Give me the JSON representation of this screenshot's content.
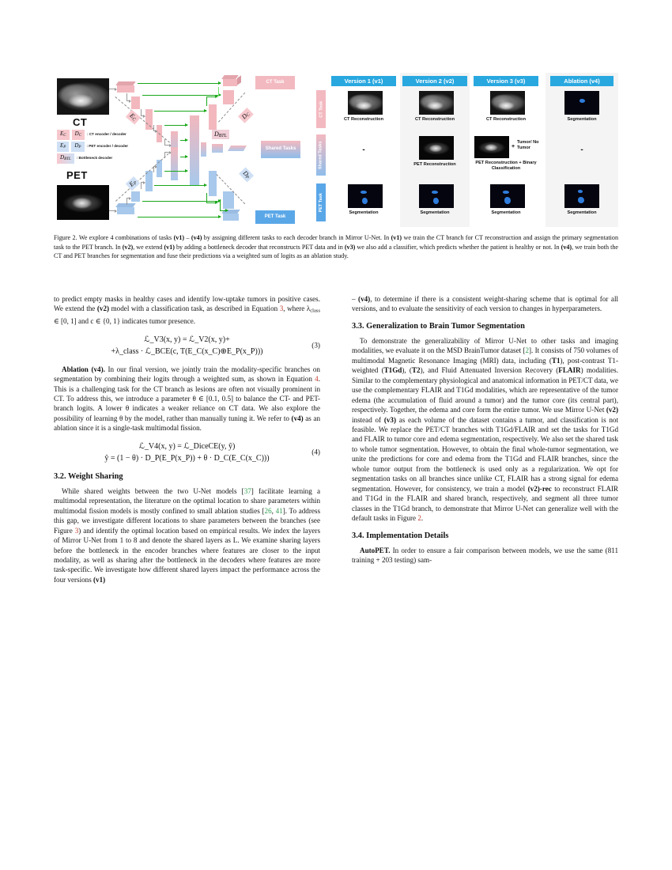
{
  "figure": {
    "label": "figure-2",
    "left_diagram": {
      "input_ct_label": "CT",
      "input_pet_label": "PET",
      "legend": [
        {
          "symbols": [
            "E_C",
            "D_C"
          ],
          "text": ": CT   encoder / decoder"
        },
        {
          "symbols": [
            "E_P",
            "D_P"
          ],
          "text": ": PET encoder / decoder"
        },
        {
          "symbols": [
            "D_BTL"
          ],
          "text": ": Bottleneck decoder"
        }
      ],
      "encoder_tags": [
        "E_C",
        "E_P"
      ],
      "decoder_tags": [
        "D_C",
        "D_BTL",
        "D_P"
      ],
      "task_boxes": [
        "CT Task",
        "Shared Tasks",
        "PET Task"
      ]
    },
    "row_labels": [
      "CT Task",
      "Shared Tasks",
      "PET Task"
    ],
    "columns": [
      {
        "header": "Version 1 (v1)",
        "ct_task": {
          "type": "image-ct",
          "caption": "CT Reconstruction"
        },
        "shared_task": {
          "type": "none",
          "caption": "-"
        },
        "pet_task": {
          "type": "image-seg",
          "caption": "Segmentation"
        }
      },
      {
        "header": "Version 2 (v2)",
        "ct_task": {
          "type": "image-ct",
          "caption": "CT Reconstruction"
        },
        "shared_task": {
          "type": "image-pet",
          "caption": "PET Reconstruction"
        },
        "pet_task": {
          "type": "image-seg",
          "caption": "Segmentation"
        }
      },
      {
        "header": "Version 3 (v3)",
        "ct_task": {
          "type": "image-ct",
          "caption": "CT Reconstruction"
        },
        "shared_task": {
          "type": "image-pet-plus",
          "annotation": "Tumor/ No Tumor",
          "caption": "PET Reconstruction + Binary Classification"
        },
        "pet_task": {
          "type": "image-seg",
          "caption": "Segmentation"
        }
      },
      {
        "header": "Ablation (v4)",
        "ct_task": {
          "type": "image-seg",
          "caption": "Segmentation"
        },
        "shared_task": {
          "type": "none",
          "caption": "-"
        },
        "pet_task": {
          "type": "image-seg",
          "caption": "Segmentation"
        }
      }
    ],
    "colors": {
      "header_blue": "#29a8e0",
      "ct_pink": "#f3b9c0",
      "pet_blue": "#5aa7e8",
      "arrow_green": "#1aa71a"
    }
  },
  "caption": {
    "prefix": "Figure 2.",
    "text_1": " We explore 4 combinations of tasks ",
    "b1": "(v1)",
    "text_2": " – ",
    "b2": "(v4)",
    "text_3": " by assigning different tasks to each decoder branch in Mirror U-Net. In ",
    "b3": "(v1)",
    "text_4": " we train the CT branch for CT reconstruction and assign the primary segmentation task to the PET branch. In ",
    "b4": "(v2)",
    "text_5": ", we extend ",
    "b5": "(v1)",
    "text_6": " by adding a bottleneck decoder that reconstructs PET data and in ",
    "b6": "(v3)",
    "text_7": " we also add a classifier, which predicts whether the patient is healthy or not. In ",
    "b7": "(v4)",
    "text_8": ", we train both the CT and PET branches for segmentation and fuse their predictions via a weighted sum of logits as an ablation study."
  },
  "left_column": {
    "para1_a": "to predict empty masks in healthy cases and identify low-uptake tumors in positive cases. We extend the ",
    "para1_b": "(v2)",
    "para1_c": " model with a classification task, as described in Equation ",
    "para1_ref": "3",
    "para1_d": ", where λ",
    "para1_sub": "class",
    "para1_e": " ∈ [0, 1] and c ∈ {0, 1} indicates tumor presence.",
    "eq3": {
      "line1": "ℒ_V3(x, y) = ℒ_V2(x, y)+",
      "line2": "+λ_class · ℒ_BCE(c, T(E_C(x_C)⊕E_P(x_P)))",
      "number": "(3)"
    },
    "para2_head": "Ablation (v4).",
    "para2_a": " In our final version, we jointly train the modality-specific branches on segmentation by combining their logits through a weighted sum, as shown in Equation ",
    "para2_ref": "4",
    "para2_b": ". This is a challenging task for the CT branch as lesions are often not visually prominent in CT. To address this, we introduce a parameter θ ∈ [0.1, 0.5] to balance the CT- and PET-branch logits. A lower θ indicates a weaker reliance on CT data. We also explore the possibility of learning θ by the model, rather than manually tuning it. We refer to ",
    "para2_c": "(v4)",
    "para2_d": " as an ablation since it is a single-task multimodal fission.",
    "eq4": {
      "line1": "ℒ_V4(x, y) = ℒ_DiceCE(y, ŷ)",
      "line2": "ŷ = (1 − θ) · D_P(E_P(x_P)) + θ · D_C(E_C(x_C)))",
      "number": "(4)"
    },
    "section_32": "3.2. Weight Sharing",
    "para3_a": "While shared weights between the two U-Net models [",
    "para3_ref1": "37",
    "para3_b": "] facilitate learning a multimodal representation, the literature on the optimal location to share parameters within multimodal fission models is mostly confined to small ablation studies [",
    "para3_ref2": "26",
    "para3_ref2b": "41",
    "para3_c": "]. To address this gap, we investigate different locations to share parameters between the branches (see Figure ",
    "para3_ref3": "3",
    "para3_d": ") and identify the optimal location based on empirical results. We index the layers of Mirror U-Net from 1 to 8 and denote the shared layers as L. We examine sharing layers before the bottleneck in the encoder branches where features are closer to the input modality, as well as sharing after the bottleneck in the decoders where features are more task-specific. We investigate how different shared layers impact the performance across the four versions ",
    "para3_e": "(v1)"
  },
  "right_column": {
    "para1_a": "– ",
    "para1_b": "(v4)",
    "para1_c": ", to determine if there is a consistent weight-sharing scheme that is optimal for all versions, and to evaluate the sensitivity of each version to changes in hyperparameters.",
    "section_33": "3.3. Generalization to Brain Tumor Segmentation",
    "para2_a": "To demonstrate the generalizability of Mirror U-Net to other tasks and imaging modalities, we evaluate it on the MSD BrainTumor dataset [",
    "para2_ref": "2",
    "para2_b": "]. It consists of 750 volumes of multimodal Magnetic Resonance Imaging (MRI) data, including (",
    "para2_t1": "T1",
    "para2_c": "), post-contrast T1-weighted (",
    "para2_t1gd": "T1Gd",
    "para2_d": "), (",
    "para2_t2": "T2",
    "para2_e": "), and Fluid Attenuated Inversion Recovery (",
    "para2_flair": "FLAIR",
    "para2_f": ") modalities. Similar to the complementary physiological and anatomical information in PET/CT data, we use the complementary FLAIR and T1Gd modalities, which are representative of the tumor edema (the accumulation of fluid around a tumor) and the tumor core (its central part), respectively. Together, the edema and core form the entire tumor. We use Mirror U-Net ",
    "para2_v2": "(v2)",
    "para2_g": " instead of ",
    "para2_v3": "(v3)",
    "para2_h": " as each volume of the dataset contains a tumor, and classification is not feasible. We replace the PET/CT branches with T1Gd/FLAIR and set the tasks for T1Gd and FLAIR to tumor core and edema segmentation, respectively. We also set the shared task to whole tumor segmentation. However, to obtain the final whole-tumor segmentation, we unite the predictions for core and edema from the T1Gd and FLAIR branches, since the whole tumor output from the bottleneck is used only as a regularization. We opt for segmentation tasks on all branches since unlike CT, FLAIR has a strong signal for edema segmentation. However, for consistency, we train a model ",
    "para2_v2rec": "(v2)-rec",
    "para2_i": " to reconstruct FLAIR and T1Gd in the FLAIR and shared branch, respectively, and segment all three tumor classes in the T1Gd branch, to demonstrate that Mirror U-Net can generalize well with the default tasks in Figure ",
    "para2_ref2": "2",
    "para2_j": ".",
    "section_34": "3.4. Implementation Details",
    "para3_head": "AutoPET.",
    "para3_a": " In order to ensure a fair comparison between models, we use the same (811 training + 203 testing) sam-"
  }
}
